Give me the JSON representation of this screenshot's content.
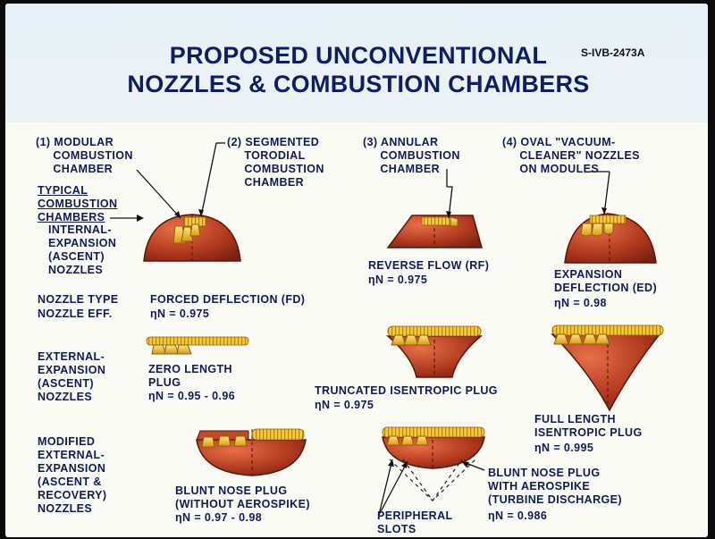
{
  "header": {
    "title_line1": "PROPOSED UNCONVENTIONAL",
    "title_line2": "NOZZLES & COMBUSTION CHAMBERS",
    "code": "S-IVB-2473A"
  },
  "concepts": {
    "c1": "(1) MODULAR\n     COMBUSTION\n     CHAMBER",
    "c2": "(2) SEGMENTED\n     TORODIAL\n     COMBUSTION\n     CHAMBER",
    "c3": "(3) ANNULAR\n     COMBUSTION\n     CHAMBER",
    "c4": "(4) OVAL \"VACUUM-\n     CLEANER\" NOZZLES\n     ON MODULES"
  },
  "rows": {
    "typical": "TYPICAL\nCOMBUSTION\nCHAMBERS",
    "internal": "INTERNAL-\nEXPANSION\n(ASCENT)\nNOZZLES",
    "nozzle_type": "NOZZLE TYPE",
    "nozzle_eff": "NOZZLE EFF.",
    "external": "EXTERNAL-\nEXPANSION\n(ASCENT)\nNOZZLES",
    "modified": "MODIFIED\nEXTERNAL-\nEXPANSION\n(ASCENT &\nRECOVERY)\nNOZZLES"
  },
  "nozzles": {
    "fd": "FORCED DEFLECTION (FD)",
    "fd_eff": "ηN = 0.975",
    "rf": "REVERSE FLOW (RF)",
    "rf_eff": "ηN = 0.975",
    "ed": "EXPANSION\nDEFLECTION (ED)",
    "ed_eff": "ηN = 0.98",
    "zl": "ZERO LENGTH\nPLUG",
    "zl_eff": "ηN = 0.95 - 0.96",
    "tip": "TRUNCATED ISENTROPIC PLUG",
    "tip_eff": "ηN = 0.975",
    "flip": "FULL LENGTH\nISENTROPIC PLUG",
    "flip_eff": "ηN = 0.995",
    "bnp": "BLUNT NOSE PLUG\n(WITHOUT AEROSPIKE)",
    "bnp_eff": "ηN = 0.97 - 0.98",
    "bnpa": "BLUNT NOSE PLUG\nWITH AEROSPIKE\n(TURBINE DISCHARGE)",
    "bnpa_eff": "ηN = 0.986",
    "slots": "PERIPHERAL\nSLOTS"
  },
  "colors": {
    "title": "#0f1d63",
    "label": "#101a55",
    "body": "#a8341f",
    "nozzle": "#f2c01e"
  }
}
